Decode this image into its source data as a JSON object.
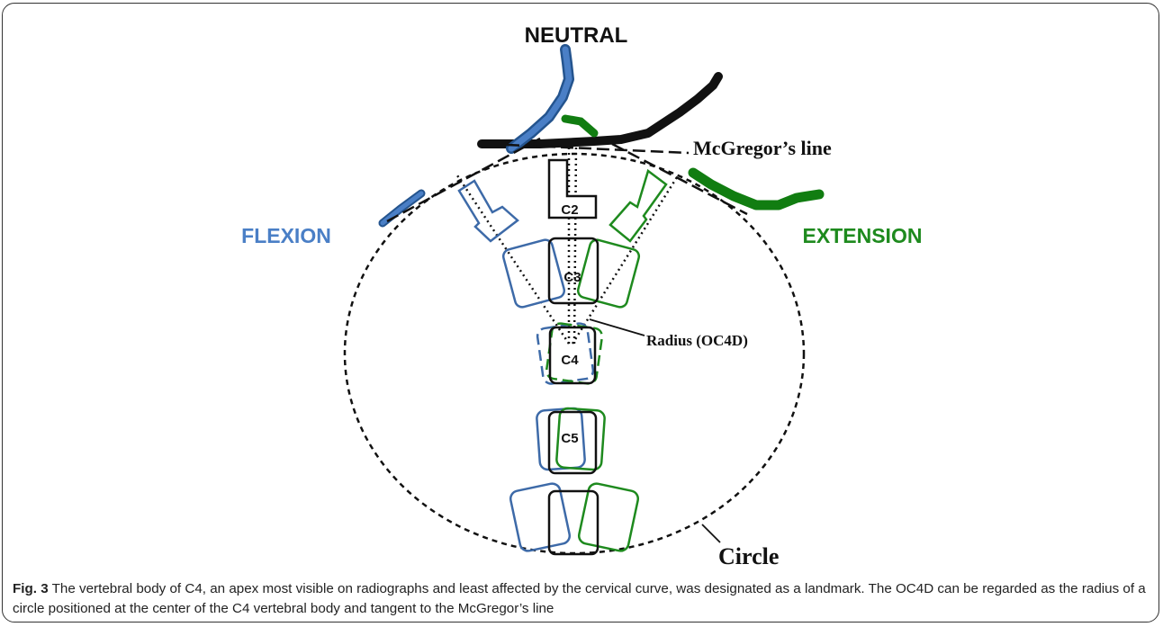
{
  "labels": {
    "neutral": "NEUTRAL",
    "flexion": "FLEXION",
    "extension": "EXTENSION",
    "mcgregor": "McGregor’s line",
    "radius": "Radius (OC4D)",
    "circle": "Circle",
    "c2": "C2",
    "c3": "C3",
    "c4": "C4",
    "c5": "C5"
  },
  "colors": {
    "neutral": "#111111",
    "flexion": "#3d6aa8",
    "flexion_skull": "#4a7fc6",
    "extension": "#1e8a1e",
    "extension_skull": "#117d11"
  },
  "caption": {
    "figure_label": "Fig. 3",
    "text": " The vertebral body of C4, an apex most visible on radiographs and least affected by the cervical curve, was designated as a landmark. The OC4D can be regarded as the radius of a circle positioned at the center of the C4 vertebral body and tangent to the McGregor’s line"
  }
}
